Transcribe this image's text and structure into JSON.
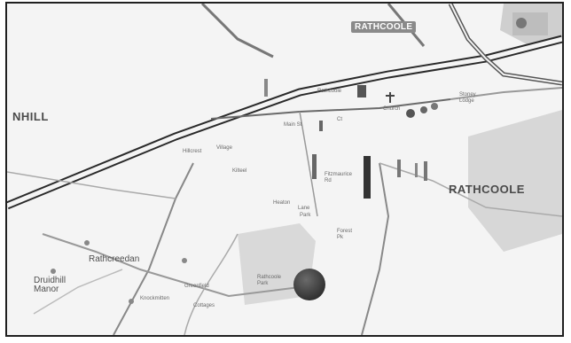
{
  "map": {
    "labels": {
      "town_top": "RATHCOOLE",
      "town_right": "RATHCOOLE",
      "area_left": "NHILL",
      "rathcreedan": "Rathcreedan",
      "druid_hill": "Druidhill\nManor",
      "street_main": "Main St",
      "kilteel": "Kilteel",
      "fitzmaurice": "Fitzmaurice\nRd",
      "greenfield": "Greenfield",
      "forest": "Forest\nPk",
      "sport": "Rathcoole\nPark",
      "ct": "Ct",
      "lane": "Lane",
      "village": "Village",
      "church_name": "Church",
      "tiny_a": "Rathcoole",
      "tiny_b": "Stoney\nLodge",
      "tiny_c": "Hillcrest",
      "tiny_d": "Heaton",
      "tiny_e": "Park",
      "tiny_f": "Knockmitten",
      "tiny_g": "Cottages"
    },
    "colors": {
      "background": "#f4f4f4",
      "road": "#2a2a2a",
      "park": "#d6d6d6",
      "marker": "#3c3c3c"
    },
    "marker": {
      "shape": "circle",
      "icon": "location-dot-icon"
    }
  }
}
